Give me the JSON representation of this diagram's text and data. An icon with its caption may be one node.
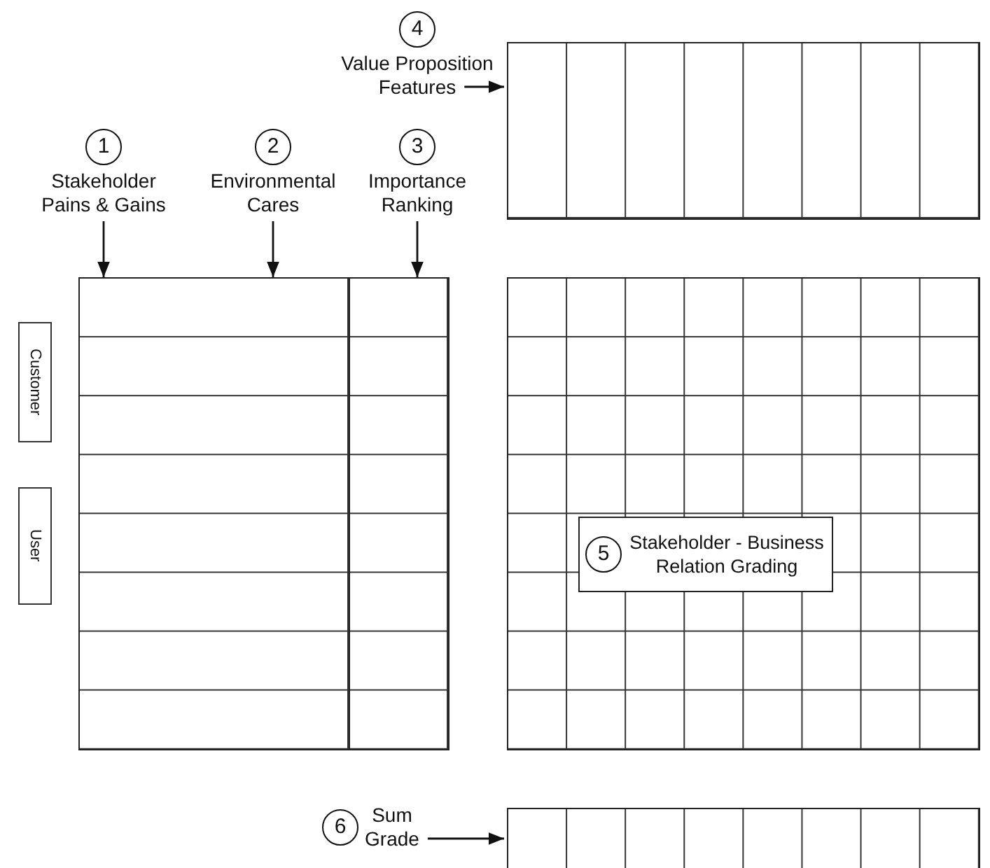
{
  "diagram": {
    "nodes": [
      {
        "text": [
          "4",
          "Value Proposition Features"
        ]
      },
      {
        "text": [],
        "shape": "box"
      },
      {
        "text": [
          "1",
          "Stakeholder Pains & Gains"
        ]
      },
      {
        "text": [
          "2",
          "Environmental Cares"
        ]
      },
      {
        "text": [
          "3",
          "Importance Ranking"
        ]
      },
      {
        "text": [],
        "shape": "box"
      },
      {
        "text": [],
        "shape": "box"
      },
      {
        "text": [],
        "shape": "box"
      },
      {
        "text": [
          "5",
          "Stakeholder - Business Relation Grading"
        ],
        "in": 7
      },
      {
        "text": [
          "Customer"
        ]
      },
      {
        "text": [
          "User"
        ]
      },
      {
        "text": [
          "6",
          "Sum Grade"
        ]
      },
      {
        "text": [],
        "shape": "box"
      }
    ],
    "edges": [
      {
        "from": 0,
        "to": 1,
        "arrow": "to"
      },
      {
        "from": 2,
        "to": 5,
        "arrow": "to"
      },
      {
        "from": 3,
        "to": 5,
        "arrow": "to"
      },
      {
        "from": 4,
        "to": 6,
        "arrow": "to"
      },
      {
        "from": 11,
        "to": 12,
        "arrow": "to"
      }
    ]
  }
}
